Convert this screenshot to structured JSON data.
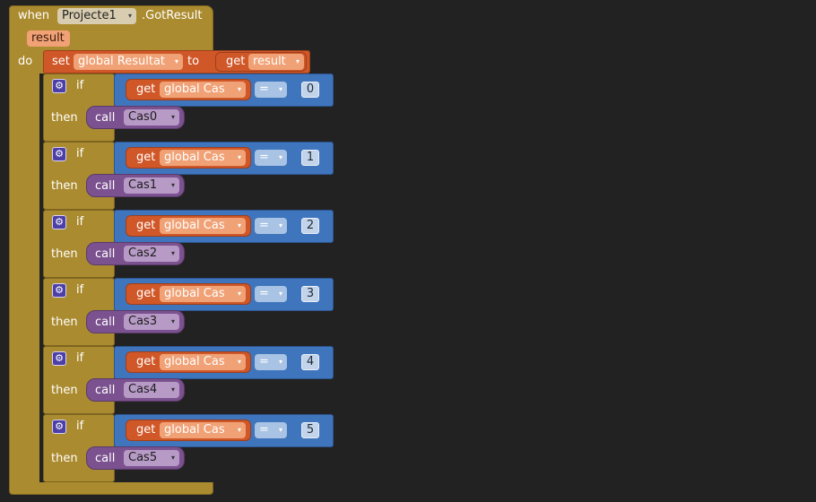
{
  "event": {
    "when_label": "when",
    "component": "Projecte1",
    "event_name": ".GotResult",
    "param": "result",
    "do_label": "do"
  },
  "set_block": {
    "set_label": "set",
    "variable": "global Resultat",
    "to_label": "to",
    "get_label": "get",
    "value_var": "result"
  },
  "if_blocks": [
    {
      "if_label": "if",
      "get_label": "get",
      "variable": "global Cas",
      "operator": "=",
      "value": "0",
      "then_label": "then",
      "call_label": "call",
      "procedure": "Cas0"
    },
    {
      "if_label": "if",
      "get_label": "get",
      "variable": "global Cas",
      "operator": "=",
      "value": "1",
      "then_label": "then",
      "call_label": "call",
      "procedure": "Cas1"
    },
    {
      "if_label": "if",
      "get_label": "get",
      "variable": "global Cas",
      "operator": "=",
      "value": "2",
      "then_label": "then",
      "call_label": "call",
      "procedure": "Cas2"
    },
    {
      "if_label": "if",
      "get_label": "get",
      "variable": "global Cas",
      "operator": "=",
      "value": "3",
      "then_label": "then",
      "call_label": "call",
      "procedure": "Cas3"
    },
    {
      "if_label": "if",
      "get_label": "get",
      "variable": "global Cas",
      "operator": "=",
      "value": "4",
      "then_label": "then",
      "call_label": "call",
      "procedure": "Cas4"
    },
    {
      "if_label": "if",
      "get_label": "get",
      "variable": "global Cas",
      "operator": "=",
      "value": "5",
      "then_label": "then",
      "call_label": "call",
      "procedure": "Cas5"
    }
  ],
  "icons": {
    "dropdown": "▾",
    "gear": "⚙"
  },
  "colors": {
    "background": "#222222",
    "event_block": "#ab8b2f",
    "variable_block": "#d05728",
    "math_block": "#3f75bd",
    "procedure_block": "#7b528f"
  }
}
